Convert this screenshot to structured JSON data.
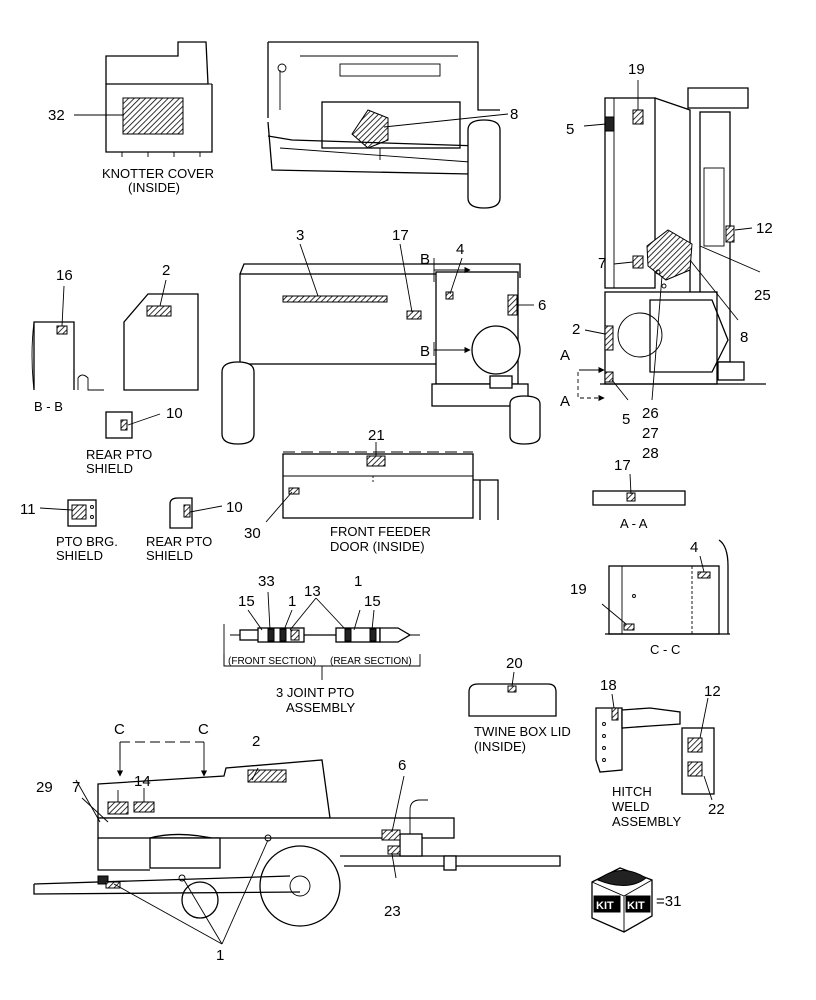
{
  "captions": {
    "knotter_cover_1": "KNOTTER COVER",
    "knotter_cover_2": "(INSIDE)",
    "section_bb": "B - B",
    "rear_pto_shield_a1": "REAR PTO",
    "rear_pto_shield_a2": "SHIELD",
    "pto_brg_shield_1": "PTO BRG.",
    "pto_brg_shield_2": "SHIELD",
    "rear_pto_shield_b1": "REAR PTO",
    "rear_pto_shield_b2": "SHIELD",
    "front_feeder_door_1": "FRONT FEEDER",
    "front_feeder_door_2": "DOOR (INSIDE)",
    "front_section": "(FRONT SECTION)",
    "rear_section": "(REAR SECTION)",
    "pto_assembly_1": "3 JOINT PTO",
    "pto_assembly_2": "ASSEMBLY",
    "twine_box_lid_1": "TWINE BOX LID",
    "twine_box_lid_2": "(INSIDE)",
    "section_aa": "A - A",
    "section_cc": "C - C",
    "hitch_weld_1": "HITCH",
    "hitch_weld_2": "WELD",
    "hitch_weld_3": "ASSEMBLY",
    "kit_label": "KIT",
    "kit_value": "=31"
  },
  "section_letters": {
    "b_top": "B",
    "b_bottom": "B",
    "a_top": "A",
    "a_bottom": "A",
    "c_left": "C",
    "c_right": "C"
  },
  "callouts": {
    "c32": "32",
    "c8_top": "8",
    "c19_top": "19",
    "c5_top": "5",
    "c12_top": "12",
    "c7_right": "7",
    "c25": "25",
    "c8_right": "8",
    "c2_right": "2",
    "c5_bottom": "5",
    "c26": "26",
    "c27": "27",
    "c28": "28",
    "c16": "16",
    "c2_shield": "2",
    "c10_a": "10",
    "c3": "3",
    "c17": "17",
    "c4": "4",
    "c6": "6",
    "c21": "21",
    "c30": "30",
    "c11": "11",
    "c10_b": "10",
    "c17_aa": "17",
    "c4_cc": "4",
    "c19_cc": "19",
    "c33": "33",
    "c15_left": "15",
    "c1_pto_a": "1",
    "c13": "13",
    "c1_pto_b": "1",
    "c15_right": "15",
    "c20": "20",
    "c18": "18",
    "c12_hitch": "12",
    "c22": "22",
    "c2_bottom": "2",
    "c14": "14",
    "c7_bottom": "7",
    "c29": "29",
    "c6_bottom": "6",
    "c23": "23",
    "c1_bottom": "1"
  }
}
